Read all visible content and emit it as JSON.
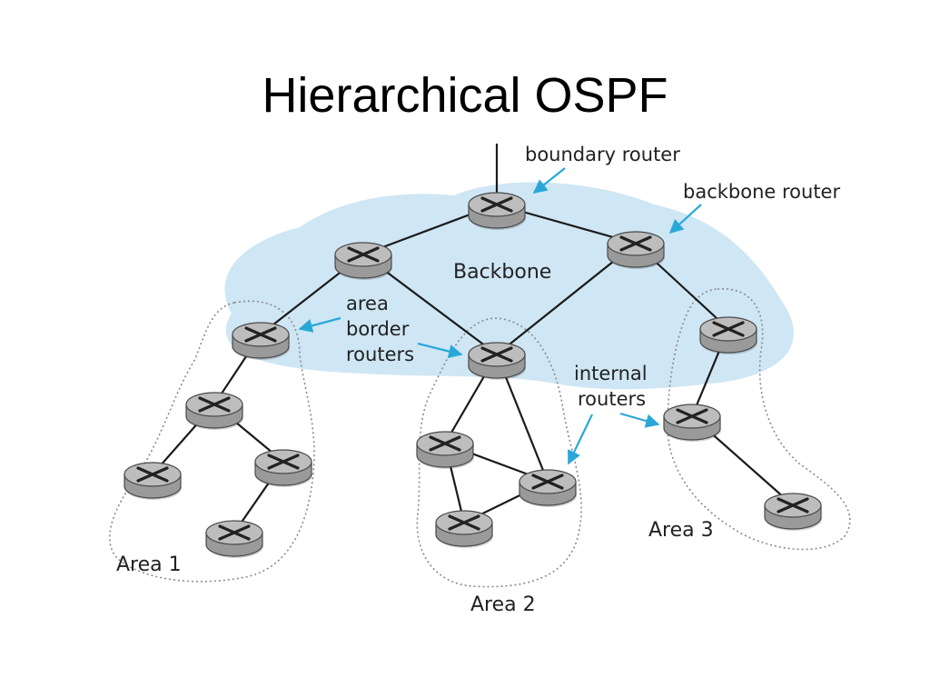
{
  "slide": {
    "title": "Hierarchical OSPF"
  },
  "diagram": {
    "labels": {
      "boundary_router": "boundary router",
      "backbone_router": "backbone router",
      "backbone": "Backbone",
      "area_border_line1": "area",
      "area_border_line2": "border",
      "area_border_line3": "routers",
      "internal_line1": "internal",
      "internal_line2": "routers",
      "area1": "Area 1",
      "area2": "Area 2",
      "area3": "Area 3"
    },
    "colors": {
      "backbone_fill": "#cfe6f4",
      "router_body": "#9a9a9a",
      "router_top": "#bdbdbd",
      "link": "#1a1a1a",
      "callout_arrow": "#29a8d8",
      "area_outline": "#8a8a8a"
    },
    "icons": [
      "router-icon",
      "callout-arrow-icon"
    ]
  }
}
